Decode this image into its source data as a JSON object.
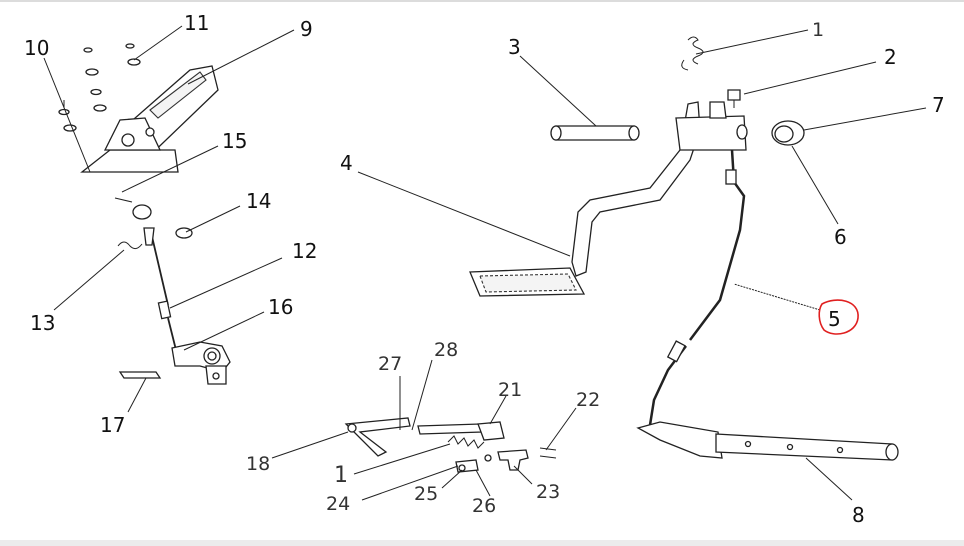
{
  "callouts": [
    {
      "id": "c10",
      "label": "10"
    },
    {
      "id": "c11",
      "label": "11"
    },
    {
      "id": "c9",
      "label": "9"
    },
    {
      "id": "c15",
      "label": "15"
    },
    {
      "id": "c14",
      "label": "14"
    },
    {
      "id": "c12",
      "label": "12"
    },
    {
      "id": "c13",
      "label": "13"
    },
    {
      "id": "c16",
      "label": "16"
    },
    {
      "id": "c17",
      "label": "17"
    },
    {
      "id": "c3",
      "label": "3"
    },
    {
      "id": "c4",
      "label": "4"
    },
    {
      "id": "c1a",
      "label": "1"
    },
    {
      "id": "c2",
      "label": "2"
    },
    {
      "id": "c7",
      "label": "7"
    },
    {
      "id": "c6",
      "label": "6"
    },
    {
      "id": "c5",
      "label": "5"
    },
    {
      "id": "c8",
      "label": "8"
    },
    {
      "id": "c27",
      "label": "27"
    },
    {
      "id": "c28",
      "label": "28"
    },
    {
      "id": "c21",
      "label": "21"
    },
    {
      "id": "c22",
      "label": "22"
    },
    {
      "id": "c18",
      "label": "18"
    },
    {
      "id": "c1b",
      "label": "1"
    },
    {
      "id": "c24",
      "label": "24"
    },
    {
      "id": "c25",
      "label": "25"
    },
    {
      "id": "c26",
      "label": "26"
    },
    {
      "id": "c23",
      "label": "23"
    }
  ],
  "highlight": {
    "label": "5",
    "color": "#e02020"
  },
  "colors": {
    "line": "#222222",
    "background": "#ffffff"
  }
}
